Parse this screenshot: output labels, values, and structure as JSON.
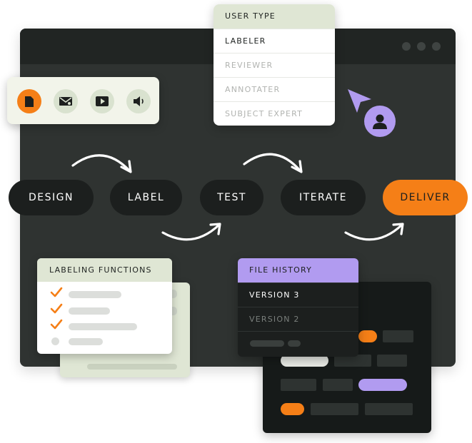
{
  "window": {
    "controls": [
      "minimize",
      "maximize",
      "close"
    ]
  },
  "toolbar": {
    "buttons": [
      {
        "icon": "document-icon",
        "active": true
      },
      {
        "icon": "email-icon",
        "active": false
      },
      {
        "icon": "video-play-icon",
        "active": false
      },
      {
        "icon": "audio-speaker-icon",
        "active": false
      }
    ]
  },
  "user_type": {
    "title": "USER TYPE",
    "options": [
      "LABELER",
      "REVIEWER",
      "ANNOTATER",
      "SUBJECT EXPERT"
    ],
    "selected": "LABELER"
  },
  "pipeline": {
    "steps": [
      "DESIGN",
      "LABEL",
      "TEST",
      "ITERATE",
      "DELIVER"
    ],
    "active_step": "DELIVER"
  },
  "labeling_functions": {
    "title": "LABELING FUNCTIONS",
    "items_checked": [
      true,
      true,
      true,
      false
    ]
  },
  "file_history": {
    "title": "FILE HISTORY",
    "versions": [
      "VERSION 3",
      "VERSION 2"
    ],
    "selected": "VERSION 3"
  },
  "colors": {
    "window_bg": "#2f3331",
    "accent_orange": "#f57f17",
    "accent_purple": "#b19bf0",
    "panel_green": "#dfe6d4",
    "pill_dark": "#1c1f1e"
  }
}
